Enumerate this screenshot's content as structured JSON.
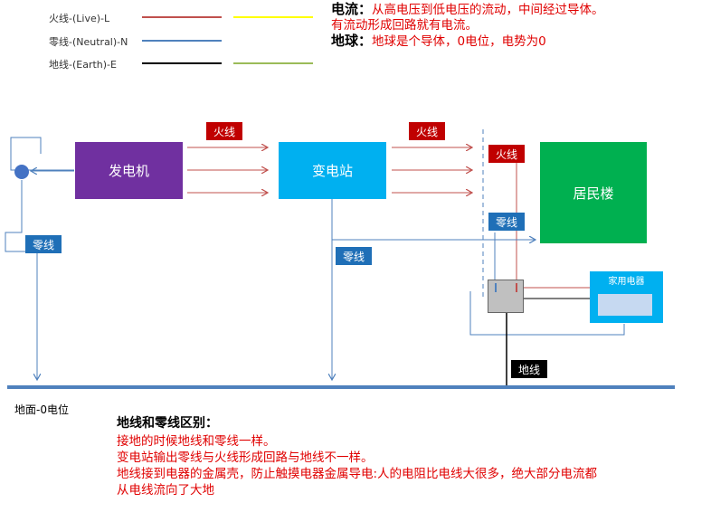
{
  "legend": {
    "live": "火线-(Live)-L",
    "neutral": "零线-(Neutral)-N",
    "earth": "地线-(Earth)-E"
  },
  "definitions": {
    "current_title": "电流：",
    "current_text": "从高电压到低电压的流动，中间经过导体。",
    "current_text2": "有流动形成回路就有电流。",
    "earth_title": "地球：",
    "earth_text": "地球是个导体，0电位，电势为0"
  },
  "nodes": {
    "generator": "发电机",
    "substation": "变电站",
    "residential": "居民楼",
    "appliance": "家用电器"
  },
  "tags": {
    "live_1": "火线",
    "live_2": "火线",
    "live_3": "火线",
    "neutral_1": "零线",
    "neutral_2": "零线",
    "neutral_3": "零线",
    "earth_wire": "地线"
  },
  "ground_label": "地面-0电位",
  "notes": {
    "title": "地线和零线区别：",
    "line1": "接地的时候地线和零线一样。",
    "line2": "变电站输出零线与火线形成回路与地线不一样。",
    "line3": "地线接到电器的金属壳，防止触摸电器金属导电:人的电阻比电线大很多，绝大部分电流都",
    "line4": "从电线流向了大地"
  },
  "colors": {
    "live": "#c0504d",
    "live_alt": "#ffff00",
    "neutral": "#4f81bd",
    "earth": "#000000",
    "earth_alt": "#9bbb59",
    "generator": "#7030a0",
    "substation": "#00b0f0",
    "residential": "#00b050",
    "ground": "#4f81bd"
  }
}
